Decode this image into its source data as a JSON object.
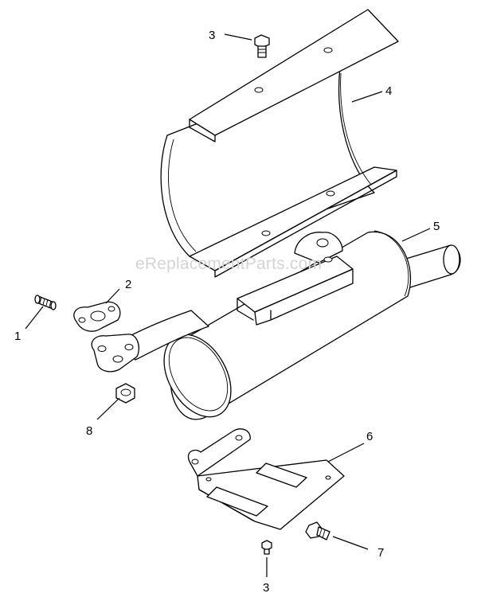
{
  "watermark": "eReplacementParts.com",
  "callouts": [
    {
      "id": "callout-1",
      "label": "1"
    },
    {
      "id": "callout-2",
      "label": "2"
    },
    {
      "id": "callout-3-top",
      "label": "3"
    },
    {
      "id": "callout-3-bottom",
      "label": "3"
    },
    {
      "id": "callout-4",
      "label": "4"
    },
    {
      "id": "callout-5",
      "label": "5"
    },
    {
      "id": "callout-6",
      "label": "6"
    },
    {
      "id": "callout-7",
      "label": "7"
    },
    {
      "id": "callout-8",
      "label": "8"
    }
  ],
  "colors": {
    "line": "#000000",
    "watermark": "#d4d4d4",
    "background": "#ffffff"
  }
}
